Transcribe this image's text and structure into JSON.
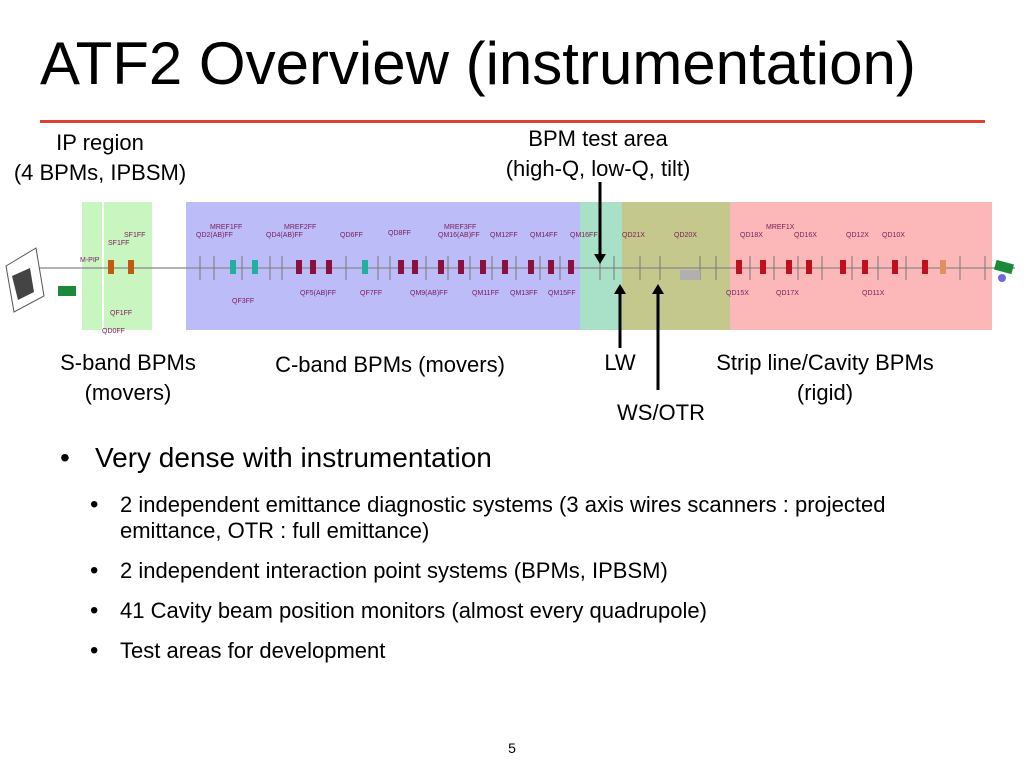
{
  "slide": {
    "title": "ATF2 Overview (instrumentation)",
    "page_number": "5",
    "colors": {
      "title_rule": "#e04030",
      "s_band_region": "#c8f5c0",
      "c_band_region": "#bcbcf8",
      "lw_region": "#a8e0c8",
      "bpm_test_region": "#c4c88c",
      "stripline_region": "#fcb8b8",
      "magnet_label": "#7a1a5a",
      "arrow": "#000000"
    }
  },
  "callouts": {
    "ip_region": [
      "IP region",
      "(4 BPMs, IPBSM)"
    ],
    "bpm_test_area": [
      "BPM test area",
      "(high-Q, low-Q, tilt)"
    ],
    "s_band": [
      "S-band BPMs",
      "(movers)"
    ],
    "c_band": "C-band BPMs (movers)",
    "lw": "LW",
    "ws_otr": "WS/OTR",
    "strip_line": [
      "Strip line/Cavity BPMs",
      "(rigid)"
    ]
  },
  "beamline": {
    "upper_labels": [
      "SF1FF",
      "SF1FF",
      "MREF1FF",
      "QD2(AB)FF",
      "MREF2FF",
      "QD4(AB)FF",
      "QD6FF",
      "QD8FF",
      "MREF3FF",
      "QM16(AB)FF",
      "QM12FF",
      "QM14FF",
      "QM16FF",
      "QD21X",
      "QD20X",
      "QD18X",
      "MREF1X",
      "QD16X",
      "QD12X",
      "QD10X"
    ],
    "lower_labels": [
      "M-PIP",
      "QF1FF",
      "QD0FF",
      "QF3FF",
      "QF5(AB)FF",
      "QF7FF",
      "QM9(AB)FF",
      "QM11FF",
      "QM13FF",
      "QM15FF",
      "QD15X",
      "QD17X",
      "QD11X"
    ]
  },
  "bullets": {
    "main": "Very dense with instrumentation",
    "sub": [
      "2 independent emittance diagnostic systems (3 axis wires scanners : projected emittance, OTR : full emittance)",
      "2 independent interaction point systems (BPMs, IPBSM)",
      "41 Cavity beam position monitors (almost every quadrupole)",
      "Test areas for development"
    ]
  }
}
